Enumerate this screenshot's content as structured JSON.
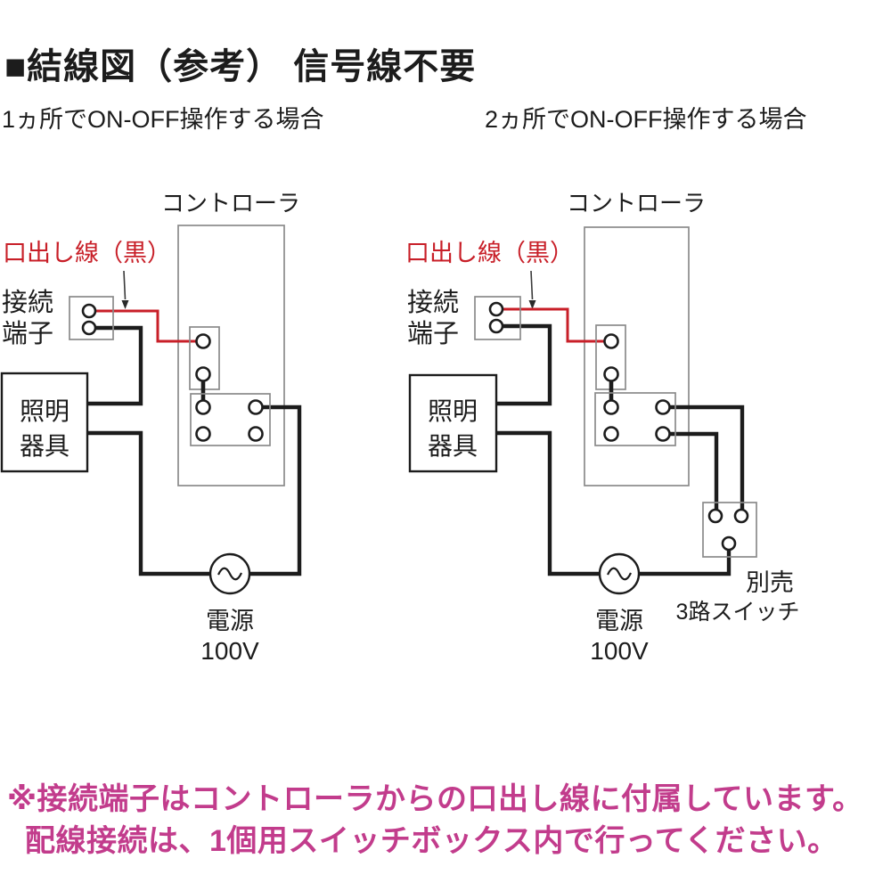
{
  "title": "■結線図（参考） 信号線不要",
  "colors": {
    "lead_wire_red": "#c81f28",
    "footnote_magenta": "#c23c8c",
    "wire_black": "#1c1c1c",
    "box_gray": "#8a8a8a"
  },
  "diagrams": [
    {
      "heading": "1ヵ所でON-OFF操作する場合",
      "controller": "コントローラ",
      "lead_wire": "口出し線（黒）",
      "terminal_l1": "接続",
      "terminal_l2": "端子",
      "fixture_l1": "照明",
      "fixture_l2": "器具",
      "power_l1": "電源",
      "power_l2": "100V"
    },
    {
      "heading": "2ヵ所でON-OFF操作する場合",
      "controller": "コントローラ",
      "lead_wire": "口出し線（黒）",
      "terminal_l1": "接続",
      "terminal_l2": "端子",
      "fixture_l1": "照明",
      "fixture_l2": "器具",
      "power_l1": "電源",
      "power_l2": "100V",
      "switch_l1": "別売",
      "switch_l2": "3路スイッチ"
    }
  ],
  "footnote": {
    "line1": "※接続端子はコントローラからの口出し線に付属しています。",
    "line2": "配線接続は、1個用スイッチボックス内で行ってください。"
  }
}
